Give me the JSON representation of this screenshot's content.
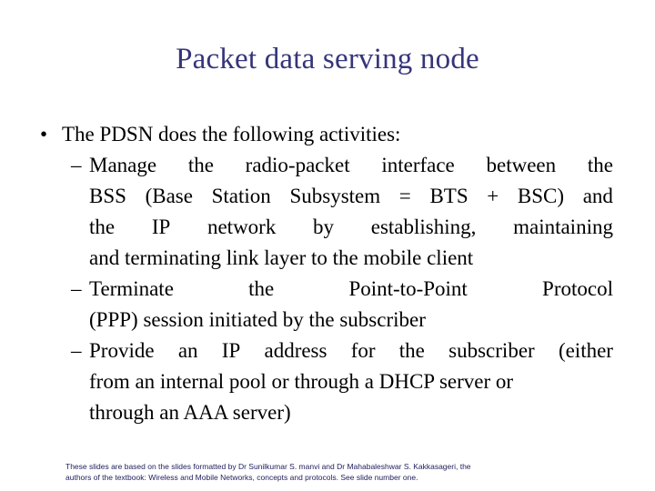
{
  "slide": {
    "title": "Packet data serving node",
    "colors": {
      "title": "#36357a",
      "body": "#000000",
      "footnote": "#21215e",
      "background": "#ffffff"
    },
    "bullets": {
      "level1_marker": "•",
      "level2_marker": "–",
      "intro": "The PDSN does the following activities:",
      "items": [
        {
          "line1": "Manage the radio-packet interface between the",
          "line2": "BSS (Base Station Subsystem = BTS + BSC) and",
          "line3": "the IP network by establishing, maintaining",
          "line4": "and terminating link layer to the mobile client"
        },
        {
          "line1": "Terminate the Point-to-Point Protocol",
          "line2": "(PPP) session initiated by the subscriber"
        },
        {
          "line1": "Provide an IP address for the subscriber (either",
          "line2": "from an internal pool or through a DHCP server or",
          "line3": "through an AAA server)"
        }
      ]
    },
    "footnote": {
      "line1": "These slides are based on the slides formatted by Dr Sunilkumar S. manvi and Dr Mahabaleshwar S. Kakkasageri, the",
      "line2": "authors of the textbook: Wireless and Mobile Networks, concepts and protocols. See slide number one."
    }
  }
}
